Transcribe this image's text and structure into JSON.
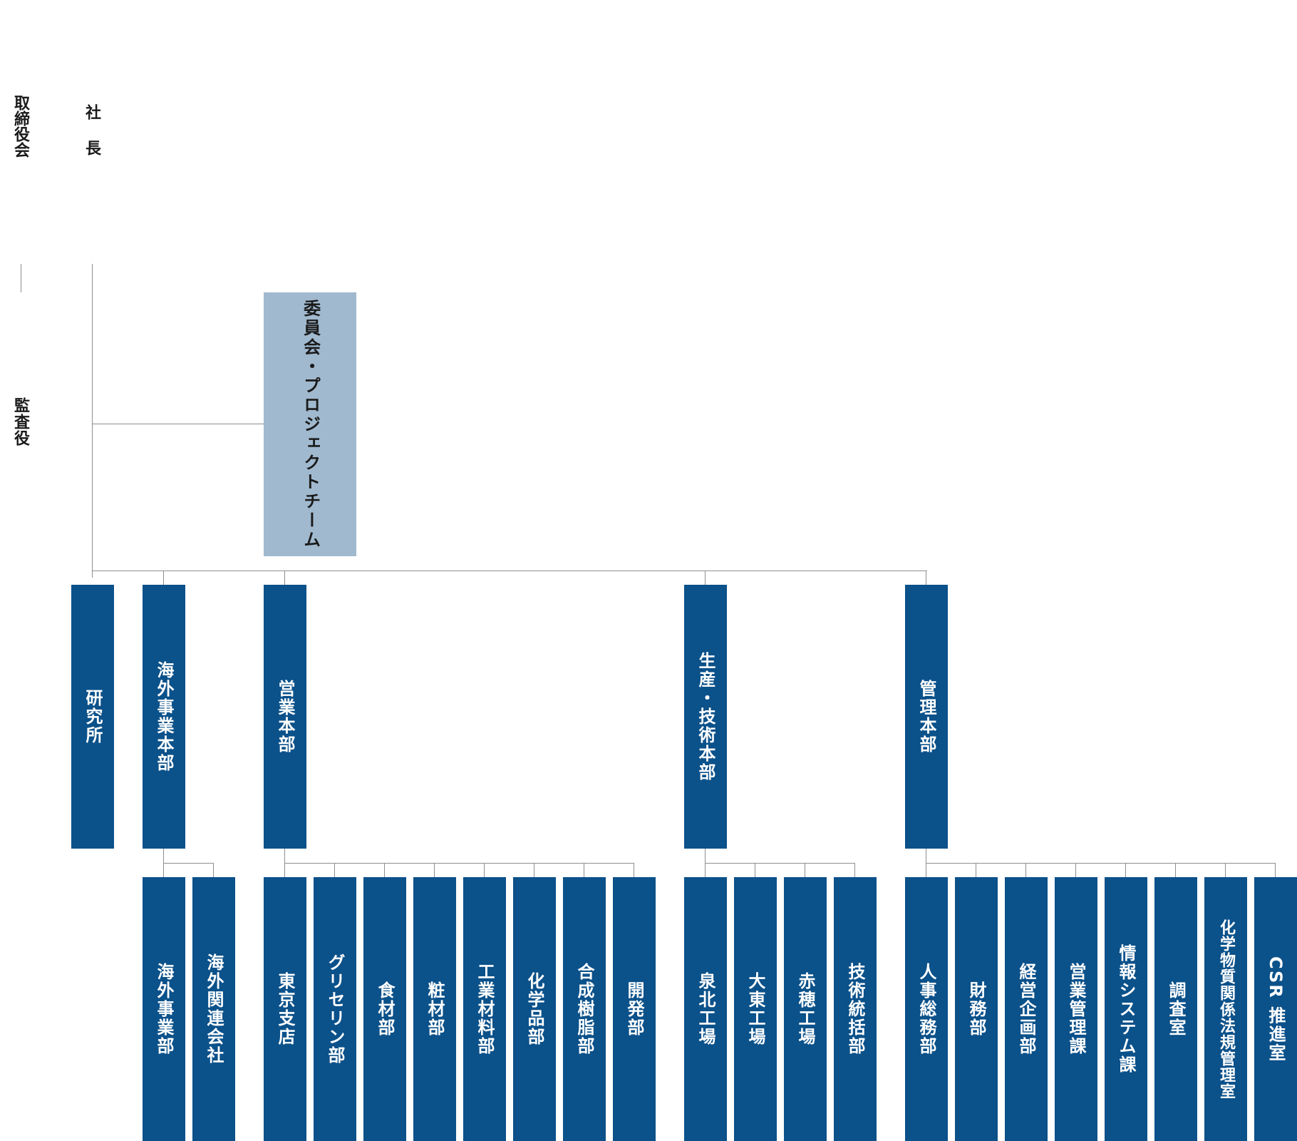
{
  "top": {
    "board": "取締役会",
    "president": "社長",
    "auditor": "監査役"
  },
  "committee": "委員会・プロジェクトチーム",
  "divisions": {
    "research": "研究所",
    "overseas": "海外事業本部",
    "sales": "営業本部",
    "production": "生産・技術本部",
    "admin": "管理本部"
  },
  "departments": {
    "overseas": [
      "海外事業部",
      "海外関連会社"
    ],
    "sales": [
      "東京支店",
      "グリセリン部",
      "食材部",
      "粧材部",
      "工業材料部",
      "化学品部",
      "合成樹脂部",
      "開発部"
    ],
    "production": [
      "泉北工場",
      "大東工場",
      "赤穂工場",
      "技術統括部"
    ],
    "admin": [
      "人事総務部",
      "財務部",
      "経営企画部",
      "営業管理課",
      "情報システム課",
      "調査室",
      "化学物質関係法規管理室",
      "CSR 推進室"
    ]
  },
  "colors": {
    "division_box": "#0b518a",
    "committee_box": "#a0b9cf",
    "connector": "#8e8e8e"
  }
}
